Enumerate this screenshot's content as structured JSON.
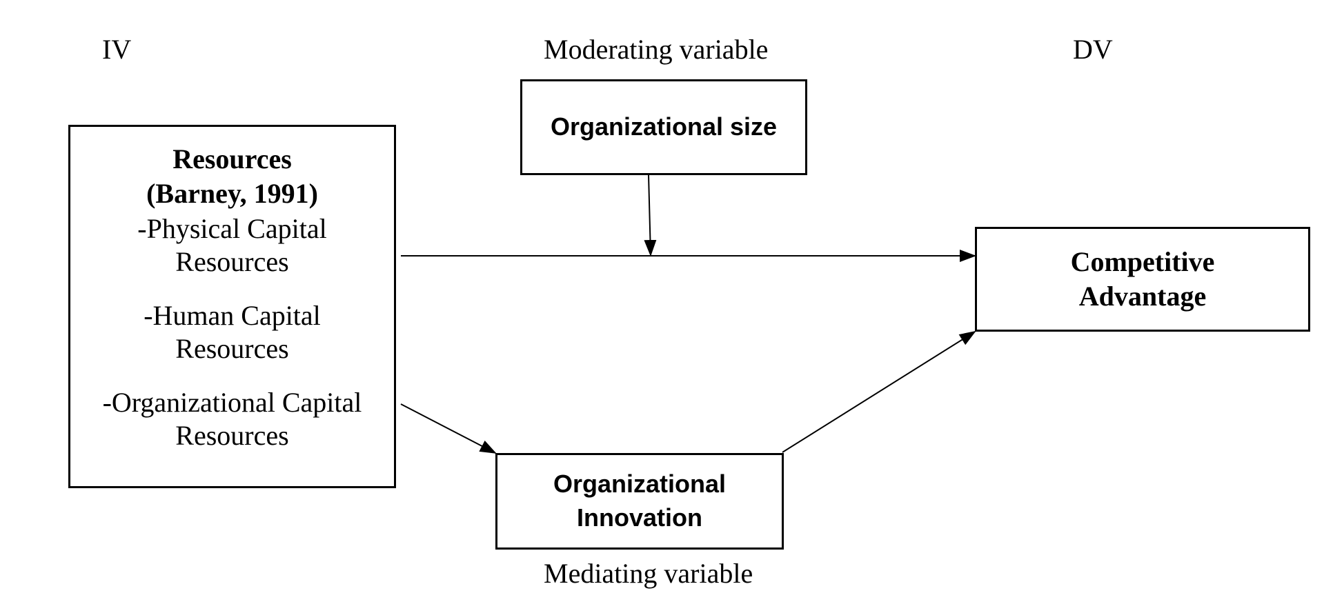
{
  "headers": {
    "iv": "IV",
    "moderating": "Moderating variable",
    "dv": "DV",
    "mediating": "Mediating variable"
  },
  "boxes": {
    "resources": {
      "title": "Resources",
      "citation": "(Barney, 1991)",
      "items": [
        [
          "-Physical Capital",
          "Resources"
        ],
        [
          "-Human Capital",
          "Resources"
        ],
        [
          "-Organizational Capital",
          "Resources"
        ]
      ]
    },
    "org_size": {
      "label": "Organizational size"
    },
    "competitive": {
      "line1": "Competitive",
      "line2": "Advantage"
    },
    "innovation": {
      "line1": "Organizational",
      "line2": "Innovation"
    }
  }
}
